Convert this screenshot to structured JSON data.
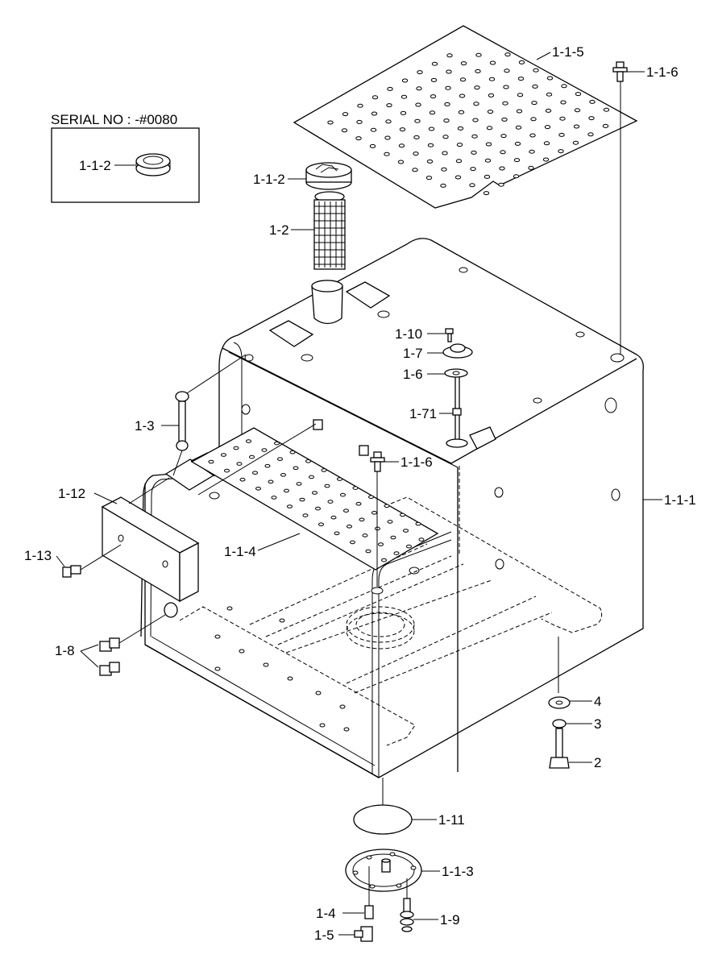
{
  "inset": {
    "title": "SERIAL NO : -#0080",
    "part_label": "1-1-2"
  },
  "labels": {
    "cover": "1-1-5",
    "bolt_top": "1-1-6",
    "cap": "1-1-2",
    "strainer": "1-2",
    "screw_110": "1-10",
    "gauge_17": "1-7",
    "gasket_16": "1-6",
    "rod_171": "1-71",
    "link_13": "1-3",
    "bolt_mid": "1-1-6",
    "tank": "1-1-1",
    "bracket_112": "1-12",
    "screw_113": "1-13",
    "plate_114": "1-1-4",
    "plug_18": "1-8",
    "washer_4": "4",
    "washer_3": "3",
    "bolt_2": "2",
    "gasket_111": "1-11",
    "flange_113": "1-1-3",
    "cock_14": "1-4",
    "screw_19": "1-9",
    "elbow_15": "1-5"
  }
}
